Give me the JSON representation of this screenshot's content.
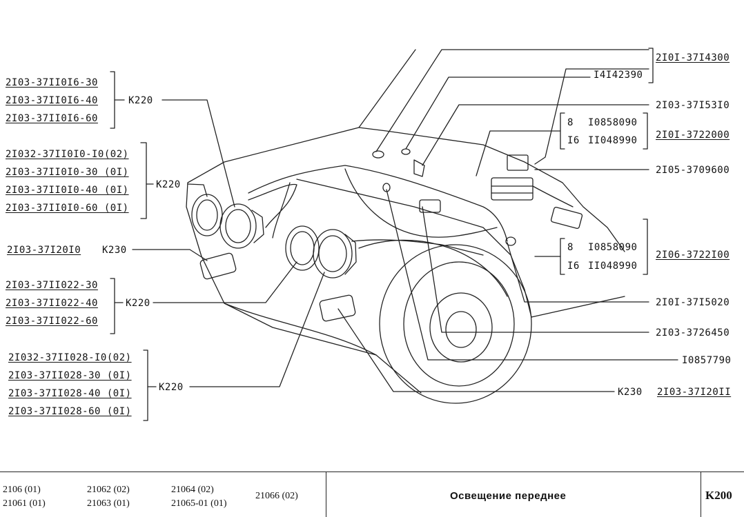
{
  "left_groups": [
    {
      "items": [
        "2I03-37II0I6-30",
        "2I03-37II0I6-40",
        "2I03-37II0I6-60"
      ],
      "ref": "K220"
    },
    {
      "items": [
        "2I032-37II0I0-I0(02)",
        "2I03-37II0I0-30 (0I)",
        "2I03-37II0I0-40 (0I)",
        "2I03-37II0I0-60 (0I)"
      ],
      "ref": "K220"
    },
    {
      "items": [
        "2I03-37I20I0"
      ],
      "ref": "K230"
    },
    {
      "items": [
        "2I03-37II022-30",
        "2I03-37II022-40",
        "2I03-37II022-60"
      ],
      "ref": "K220"
    },
    {
      "items": [
        "2I032-37II028-I0(02)",
        "2I03-37II028-30 (0I)",
        "2I03-37II028-40 (0I)",
        "2I03-37II028-60 (0I)"
      ],
      "ref": "K220"
    }
  ],
  "right_labels": {
    "top_bracket": "2I0I-37I4300",
    "part_141": "I4I42390",
    "part_153": "2I03-37I53I0",
    "screw_a_qty": "8",
    "screw_a_num": "I0858090",
    "washer_a_qty": "I6",
    "washer_a_num": "II048990",
    "relay_box": "2I0I-3722000",
    "relay": "2I05-3709600",
    "screw_b_qty": "8",
    "screw_b_num": "I0858090",
    "washer_b_qty": "I6",
    "washer_b_num": "II048990",
    "fuse_box": "2I06-3722I00",
    "harness": "2I0I-37I5020",
    "switch": "2I03-3726450",
    "lamp": "I0857790",
    "fog_ref": "K230",
    "fog_part": "2I03-37I20II"
  },
  "footer": {
    "models": [
      [
        "2106 (01)",
        "21061 (01)"
      ],
      [
        "21062 (02)",
        "21063 (01)"
      ],
      [
        "21064 (02)",
        "21065-01 (01)"
      ],
      [
        "21066 (02)"
      ]
    ],
    "title": "Освещение переднее",
    "code": "K200"
  }
}
